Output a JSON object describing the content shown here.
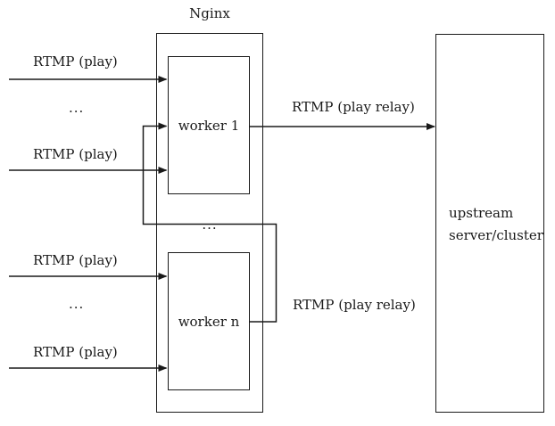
{
  "colors": {
    "line": "#1a1a1a",
    "background": "#ffffff"
  },
  "nginx": {
    "title": "Nginx",
    "worker1_label": "worker 1",
    "workern_label": "worker n",
    "workers_ellipsis": "..."
  },
  "upstream": {
    "line1": "upstream",
    "line2": "server/cluster"
  },
  "connections": {
    "play_label_1": "RTMP (play)",
    "play_label_2": "RTMP (play)",
    "play_label_3": "RTMP (play)",
    "play_label_4": "RTMP (play)",
    "ellipsis_top": "...",
    "ellipsis_bottom": "...",
    "relay_label_top": "RTMP (play relay)",
    "relay_label_bottom": "RTMP (play relay)"
  }
}
